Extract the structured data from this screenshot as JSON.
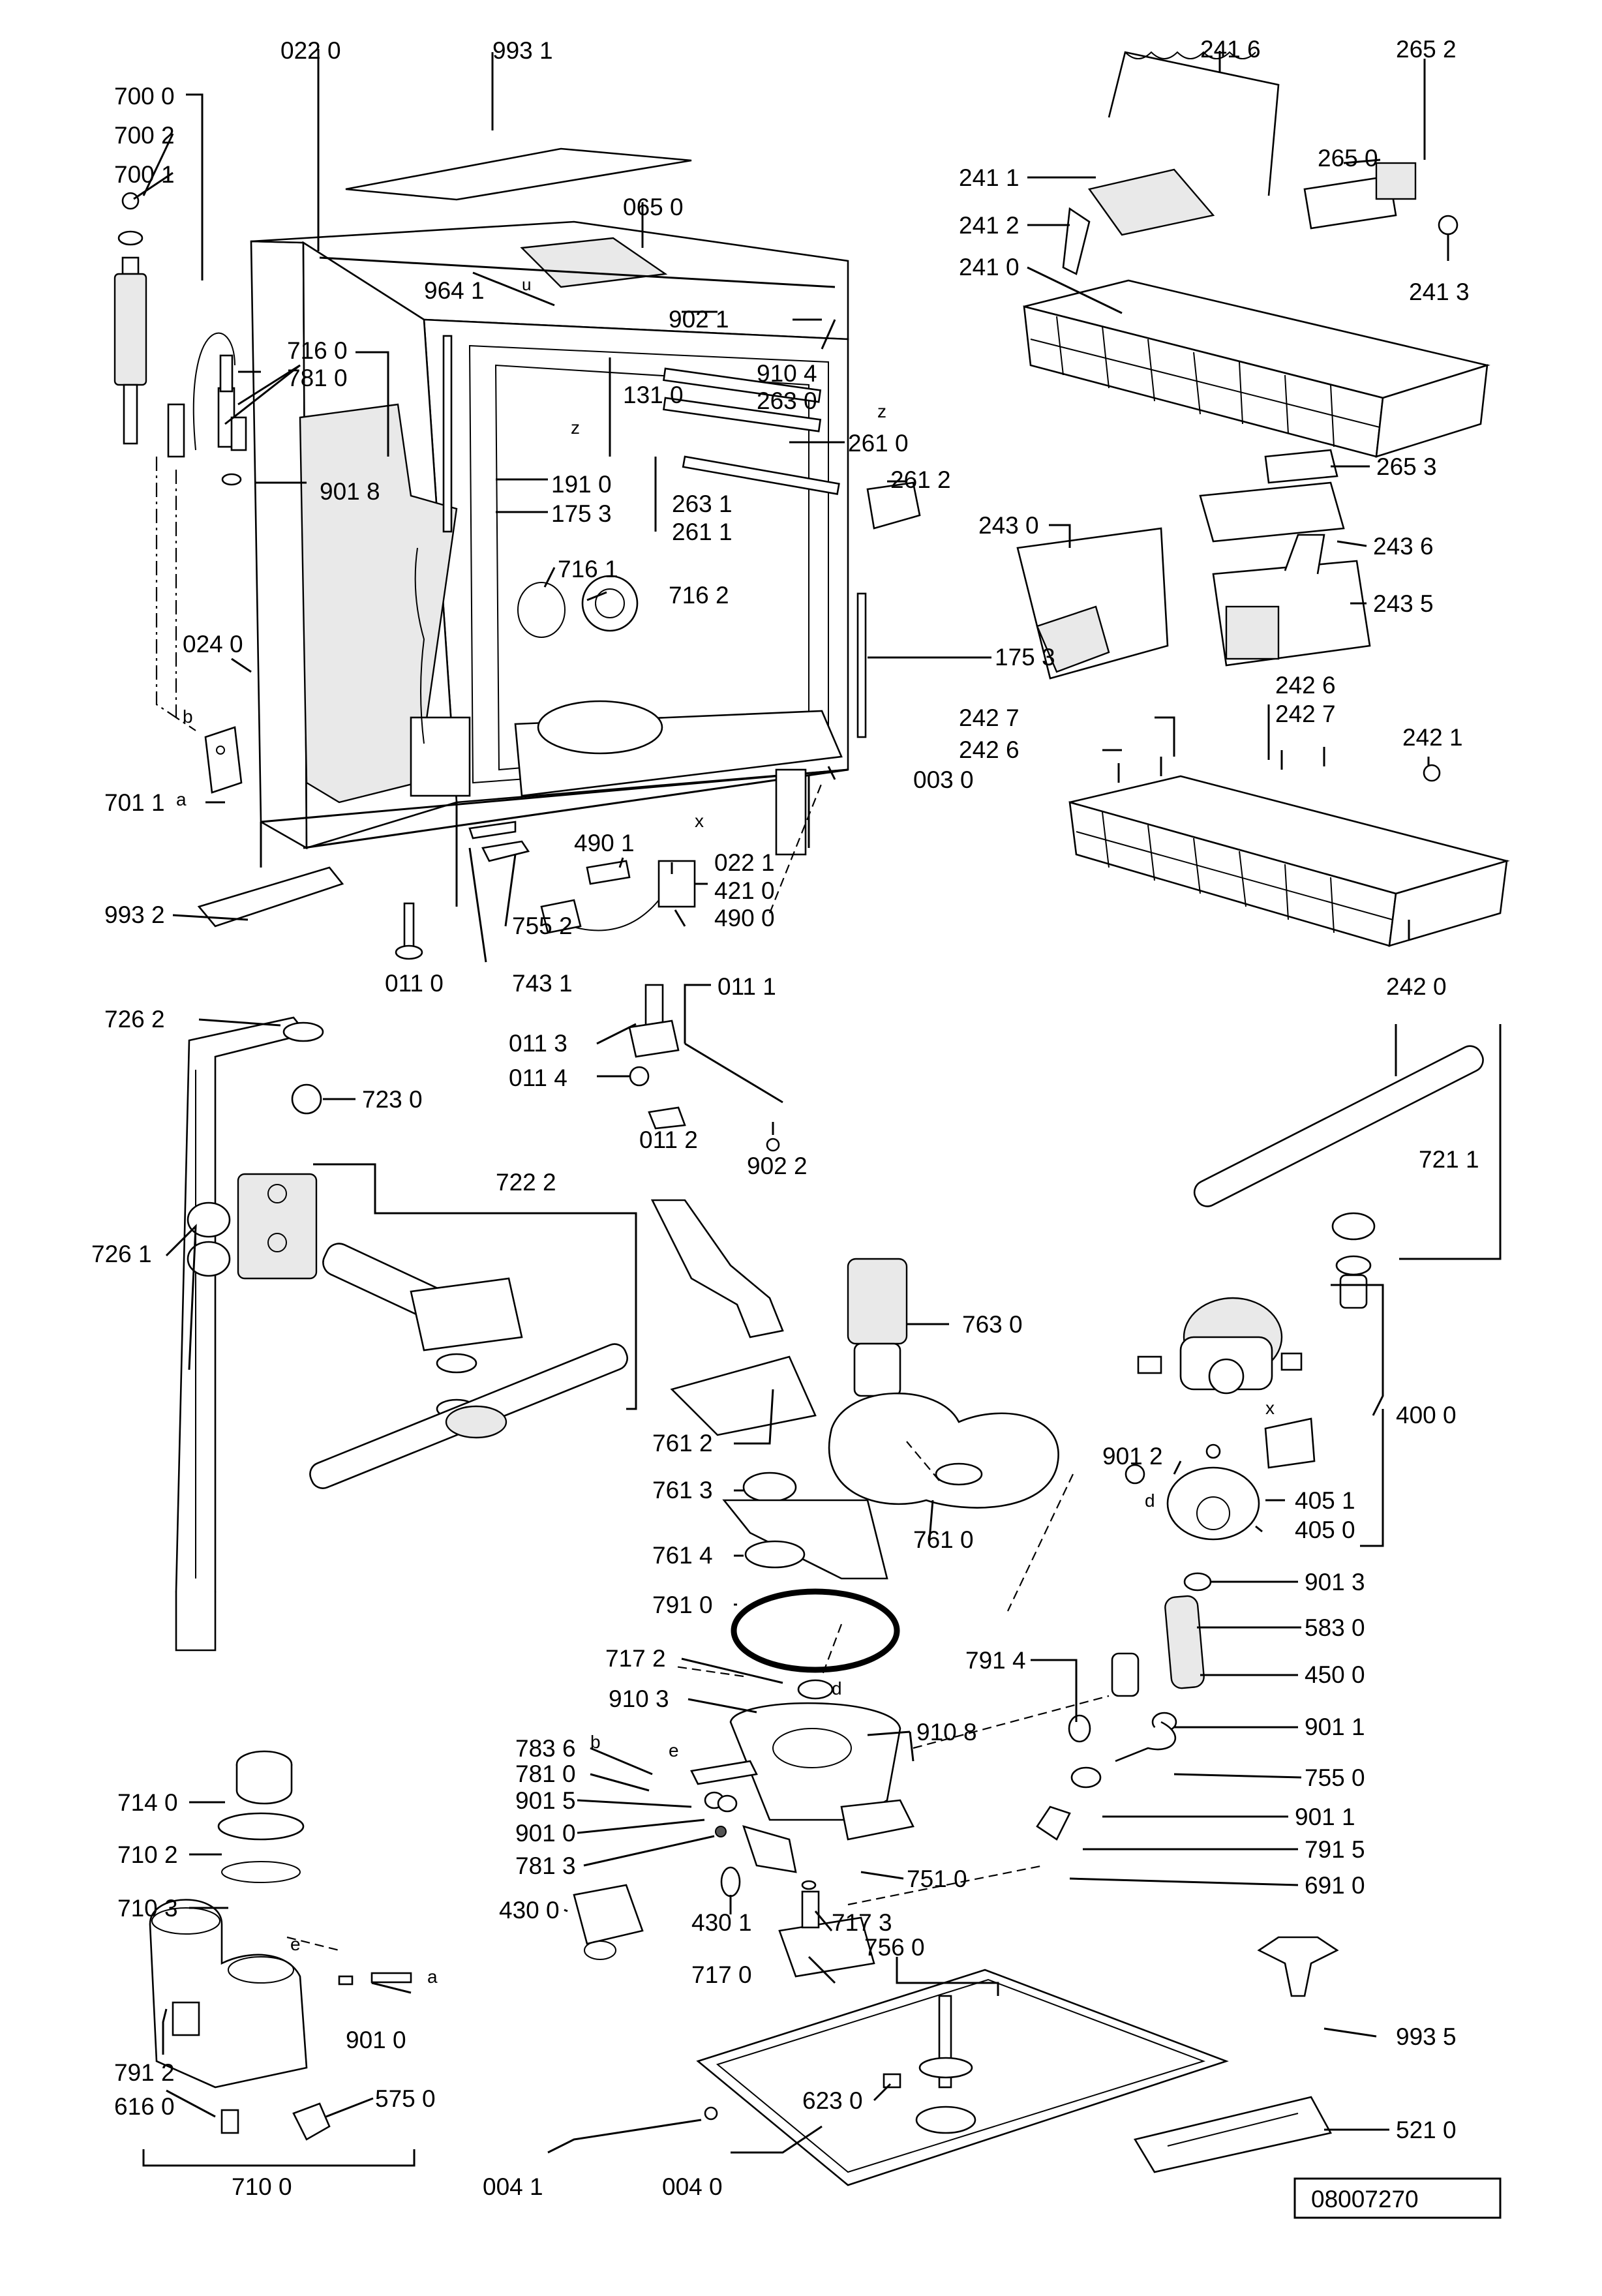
{
  "drawing": {
    "drawing_number": "08007270",
    "part_labels": [
      {
        "id": "p0",
        "text": "022 0"
      },
      {
        "id": "p1",
        "text": "993 1"
      },
      {
        "id": "p2",
        "text": "700 0"
      },
      {
        "id": "p3",
        "text": "700 2"
      },
      {
        "id": "p4",
        "text": "700 1"
      },
      {
        "id": "p5",
        "text": "065 0"
      },
      {
        "id": "p6",
        "text": "964 1"
      },
      {
        "id": "p7",
        "text": "902 1"
      },
      {
        "id": "p8",
        "text": "716 0"
      },
      {
        "id": "p9",
        "text": "781 0"
      },
      {
        "id": "p10",
        "text": "131 0"
      },
      {
        "id": "p11",
        "text": "910 4"
      },
      {
        "id": "p12",
        "text": "263 0"
      },
      {
        "id": "p13",
        "text": "901 8"
      },
      {
        "id": "p14",
        "text": "191 0"
      },
      {
        "id": "p15",
        "text": "175 3"
      },
      {
        "id": "p16",
        "text": "263 1"
      },
      {
        "id": "p17",
        "text": "261 1"
      },
      {
        "id": "p18",
        "text": "261 0"
      },
      {
        "id": "p19",
        "text": "261 2"
      },
      {
        "id": "p20",
        "text": "716 1"
      },
      {
        "id": "p21",
        "text": "716 2"
      },
      {
        "id": "p22",
        "text": "024 0"
      },
      {
        "id": "p23",
        "text": "175 3"
      },
      {
        "id": "p24",
        "text": "701 1"
      },
      {
        "id": "p25",
        "text": "003 0"
      },
      {
        "id": "p26",
        "text": "490 1"
      },
      {
        "id": "p27",
        "text": "022 1"
      },
      {
        "id": "p28",
        "text": "421 0"
      },
      {
        "id": "p29",
        "text": "490 0"
      },
      {
        "id": "p30",
        "text": "993 2"
      },
      {
        "id": "p31",
        "text": "755 2"
      },
      {
        "id": "p32",
        "text": "011 0"
      },
      {
        "id": "p33",
        "text": "743 1"
      },
      {
        "id": "p34",
        "text": "011 1"
      },
      {
        "id": "p35",
        "text": "011 3"
      },
      {
        "id": "p36",
        "text": "011 4"
      },
      {
        "id": "p37",
        "text": "011 2"
      },
      {
        "id": "p38",
        "text": "902 2"
      },
      {
        "id": "p39",
        "text": "726 2"
      },
      {
        "id": "p40",
        "text": "723 0"
      },
      {
        "id": "p41",
        "text": "722 2"
      },
      {
        "id": "p42",
        "text": "726 1"
      },
      {
        "id": "p43",
        "text": "241 6"
      },
      {
        "id": "p44",
        "text": "265 2"
      },
      {
        "id": "p45",
        "text": "241 1"
      },
      {
        "id": "p46",
        "text": "265 0"
      },
      {
        "id": "p47",
        "text": "241 2"
      },
      {
        "id": "p48",
        "text": "241 0"
      },
      {
        "id": "p49",
        "text": "241 3"
      },
      {
        "id": "p50",
        "text": "265 3"
      },
      {
        "id": "p51",
        "text": "243 0"
      },
      {
        "id": "p52",
        "text": "243 6"
      },
      {
        "id": "p53",
        "text": "243 5"
      },
      {
        "id": "p54",
        "text": "242 6"
      },
      {
        "id": "p55",
        "text": "242 7"
      },
      {
        "id": "p56",
        "text": "242 7"
      },
      {
        "id": "p57",
        "text": "242 6"
      },
      {
        "id": "p58",
        "text": "242 1"
      },
      {
        "id": "p59",
        "text": "242 0"
      },
      {
        "id": "p60",
        "text": "721 1"
      },
      {
        "id": "p61",
        "text": "763 0"
      },
      {
        "id": "p62",
        "text": "761 2"
      },
      {
        "id": "p63",
        "text": "761 3"
      },
      {
        "id": "p64",
        "text": "761 0"
      },
      {
        "id": "p65",
        "text": "761 4"
      },
      {
        "id": "p66",
        "text": "791 0"
      },
      {
        "id": "p67",
        "text": "717 2"
      },
      {
        "id": "p68",
        "text": "910 3"
      },
      {
        "id": "p69",
        "text": "910 8"
      },
      {
        "id": "p70",
        "text": "783 6"
      },
      {
        "id": "p71",
        "text": "781 0"
      },
      {
        "id": "p72",
        "text": "901 5"
      },
      {
        "id": "p73",
        "text": "901 0"
      },
      {
        "id": "p74",
        "text": "781 3"
      },
      {
        "id": "p75",
        "text": "751 0"
      },
      {
        "id": "p76",
        "text": "430 0"
      },
      {
        "id": "p77",
        "text": "430 1"
      },
      {
        "id": "p78",
        "text": "717 3"
      },
      {
        "id": "p79",
        "text": "756 0"
      },
      {
        "id": "p80",
        "text": "717 0"
      },
      {
        "id": "p81",
        "text": "901 2"
      },
      {
        "id": "p82",
        "text": "400 0"
      },
      {
        "id": "p83",
        "text": "405 1"
      },
      {
        "id": "p84",
        "text": "405 0"
      },
      {
        "id": "p85",
        "text": "901 3"
      },
      {
        "id": "p86",
        "text": "583 0"
      },
      {
        "id": "p87",
        "text": "791 4"
      },
      {
        "id": "p88",
        "text": "450 0"
      },
      {
        "id": "p89",
        "text": "901 1"
      },
      {
        "id": "p90",
        "text": "755 0"
      },
      {
        "id": "p91",
        "text": "901 1"
      },
      {
        "id": "p92",
        "text": "791 5"
      },
      {
        "id": "p93",
        "text": "691 0"
      },
      {
        "id": "p94",
        "text": "714 0"
      },
      {
        "id": "p95",
        "text": "710 2"
      },
      {
        "id": "p96",
        "text": "710 3"
      },
      {
        "id": "p97",
        "text": "901 0"
      },
      {
        "id": "p98",
        "text": "791 2"
      },
      {
        "id": "p99",
        "text": "616 0"
      },
      {
        "id": "p100",
        "text": "575 0"
      },
      {
        "id": "p101",
        "text": "710 0"
      },
      {
        "id": "p102",
        "text": "623 0"
      },
      {
        "id": "p103",
        "text": "993 5"
      },
      {
        "id": "p104",
        "text": "521 0"
      },
      {
        "id": "p105",
        "text": "004 1"
      },
      {
        "id": "p106",
        "text": "004 0"
      }
    ],
    "connection_marks": [
      {
        "id": "m0",
        "text": "a"
      },
      {
        "id": "m1",
        "text": "b"
      },
      {
        "id": "m2",
        "text": "z"
      },
      {
        "id": "m3",
        "text": "z"
      },
      {
        "id": "m4",
        "text": "x"
      },
      {
        "id": "m5",
        "text": "x"
      },
      {
        "id": "m6",
        "text": "d"
      },
      {
        "id": "m7",
        "text": "d"
      },
      {
        "id": "m8",
        "text": "b"
      },
      {
        "id": "m9",
        "text": "e"
      },
      {
        "id": "m10",
        "text": "e"
      },
      {
        "id": "m11",
        "text": "a"
      },
      {
        "id": "m12",
        "text": "u"
      }
    ]
  }
}
